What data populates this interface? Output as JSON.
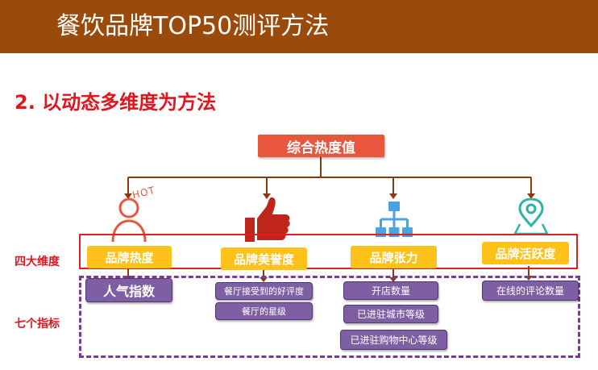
{
  "header": {
    "title": "餐饮品牌TOP50测评方法"
  },
  "section_title": "2. 以动态多维度为方法",
  "root": {
    "label": "综合热度值"
  },
  "side_labels": {
    "dimensions": "四大维度",
    "metrics": "七个指标"
  },
  "hot_label": "HOT",
  "dimensions": [
    {
      "label": "品牌热度",
      "icon": "person-hot-icon",
      "metrics": [
        "人气指数"
      ]
    },
    {
      "label": "品牌美誉度",
      "icon": "thumbs-up-icon",
      "metrics": [
        "餐厅接受到的好评度",
        "餐厅的星级"
      ]
    },
    {
      "label": "品牌张力",
      "icon": "hierarchy-icon",
      "metrics": [
        "开店数量",
        "已进驻城市等级",
        "已进驻购物中心等级"
      ]
    },
    {
      "label": "品牌活跃度",
      "icon": "map-pin-icon",
      "metrics": [
        "在线的评论数量"
      ]
    }
  ],
  "colors": {
    "header": "#9a4a0a",
    "accent_red": "#e3141b",
    "root": "#e8563e",
    "dimension": "#ffc21a",
    "metric": "#7f5fa3",
    "connector": "#8b3a10",
    "hierarchy_icon": "#4aa3df",
    "pin_icon": "#2bb3a3"
  }
}
